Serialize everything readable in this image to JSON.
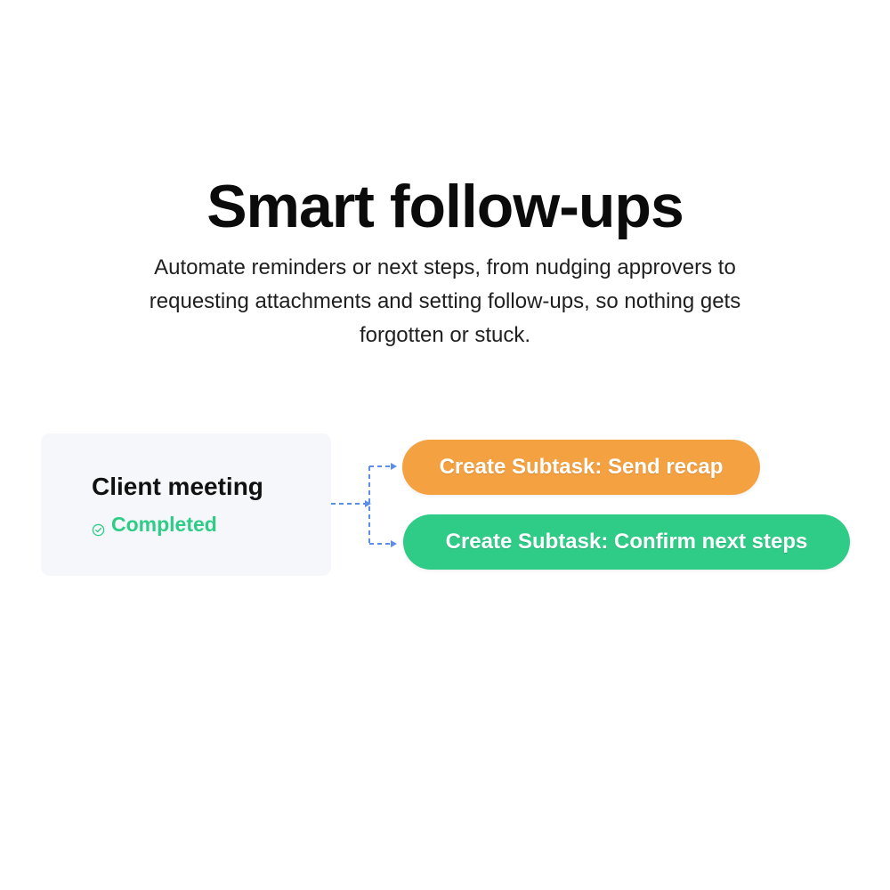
{
  "header": {
    "title": "Smart follow-ups",
    "subtitle": "Automate reminders or next steps, from nudging approvers to requesting attachments and setting follow-ups, so nothing gets forgotten or stuck."
  },
  "source": {
    "title": "Client meeting",
    "status": "Completed",
    "status_icon": "check-circle-icon"
  },
  "actions": [
    {
      "label": "Create Subtask: Send recap",
      "color": "#f4a142"
    },
    {
      "label": "Create Subtask: Confirm next steps",
      "color": "#2ecc87"
    }
  ],
  "colors": {
    "connector": "#5b8def",
    "status": "#2ecc87",
    "card_background": "#f6f7fb"
  }
}
